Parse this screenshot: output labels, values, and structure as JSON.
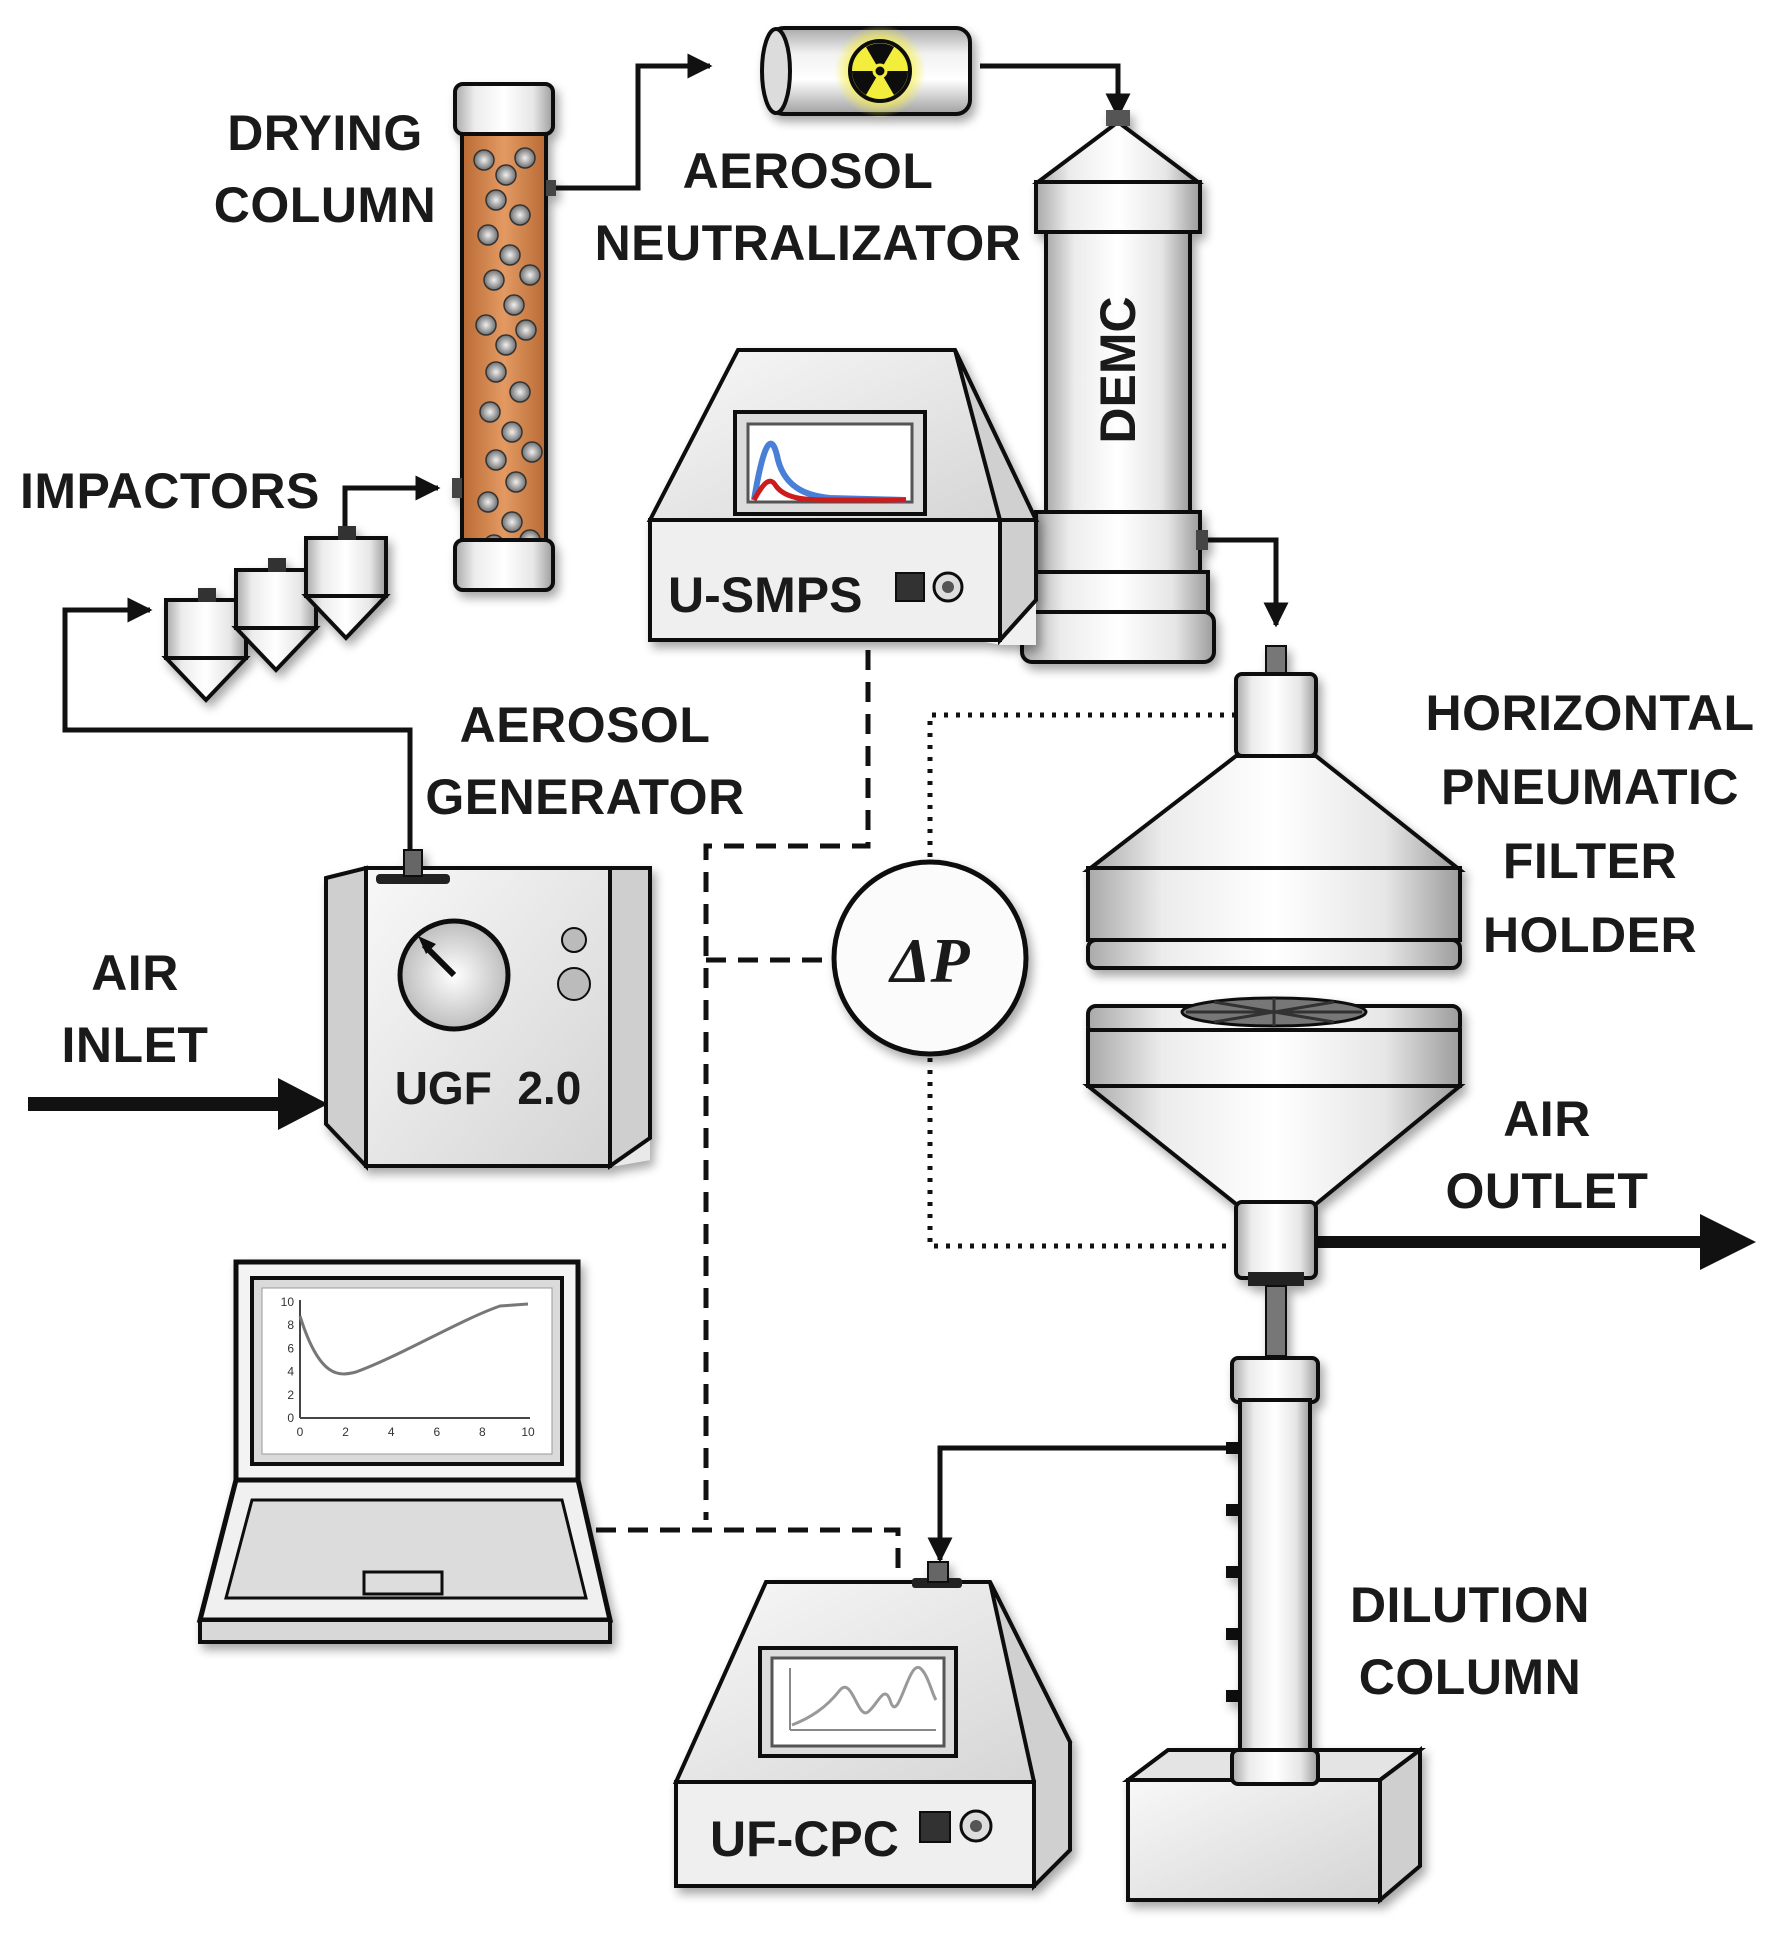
{
  "labels": {
    "drying_column": [
      "DRYING",
      "COLUMN"
    ],
    "aerosol_neutralizator": [
      "AEROSOL",
      "NEUTRALIZATOR"
    ],
    "demc": "DEMC",
    "impactors": "IMPACTORS",
    "u_smps": "U-SMPS",
    "aerosol_generator": [
      "AEROSOL",
      "GENERATOR"
    ],
    "horizontal_filter_holder": [
      "HORIZONTAL",
      "PNEUMATIC",
      "FILTER",
      "HOLDER"
    ],
    "air_inlet": [
      "AIR",
      "INLET"
    ],
    "ugf": "UGF  2.0",
    "delta_p": "ΔP",
    "air_outlet": [
      "AIR",
      "OUTLET"
    ],
    "dilution_column": [
      "DILUTION",
      "COLUMN"
    ],
    "uf_cpc": "UF-CPC"
  },
  "laptop_chart": {
    "x_ticks": [
      "0",
      "2",
      "4",
      "6",
      "8",
      "10"
    ],
    "y_ticks": [
      "10",
      "8",
      "6",
      "4",
      "2",
      "0"
    ]
  },
  "colors": {
    "outline": "#111111",
    "body_fill": "#e6e6e6",
    "desiccant": "#d0824a",
    "radiation_glow": "#f2ee3a",
    "smps_curve_blue": "#4a7fd6",
    "smps_curve_red": "#cc1a1a"
  }
}
